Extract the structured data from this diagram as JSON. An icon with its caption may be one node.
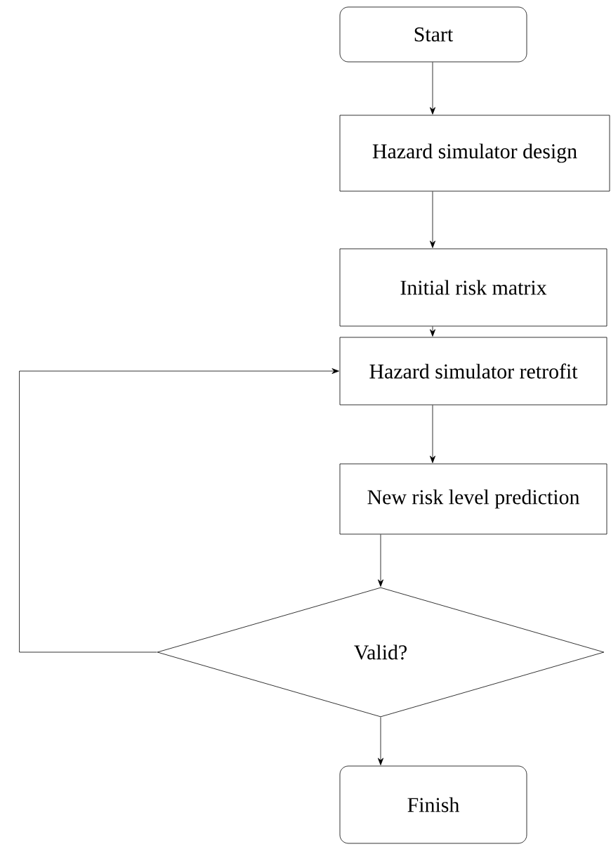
{
  "diagram": {
    "nodes": [
      {
        "text": [
          "Start"
        ]
      },
      {
        "text": [
          "Hazard simulator design"
        ]
      },
      {
        "text": [
          "Initial risk matrix"
        ]
      },
      {
        "text": [
          "Hazard simulator retrofit"
        ]
      },
      {
        "text": [
          "New risk level prediction"
        ]
      },
      {
        "text": [
          "Valid?"
        ]
      },
      {
        "text": [
          "Finish"
        ]
      }
    ],
    "edges": [
      {
        "from": 0,
        "to": 1,
        "arrow": "to"
      },
      {
        "from": 1,
        "to": 2,
        "arrow": "to"
      },
      {
        "from": 2,
        "to": 3,
        "arrow": "to"
      },
      {
        "from": 3,
        "to": 4,
        "arrow": "to"
      },
      {
        "from": 4,
        "to": 5,
        "arrow": "to"
      },
      {
        "from": 5,
        "to": 6,
        "arrow": "to"
      },
      {
        "from": 5,
        "to": 3,
        "arrow": "to"
      }
    ]
  }
}
